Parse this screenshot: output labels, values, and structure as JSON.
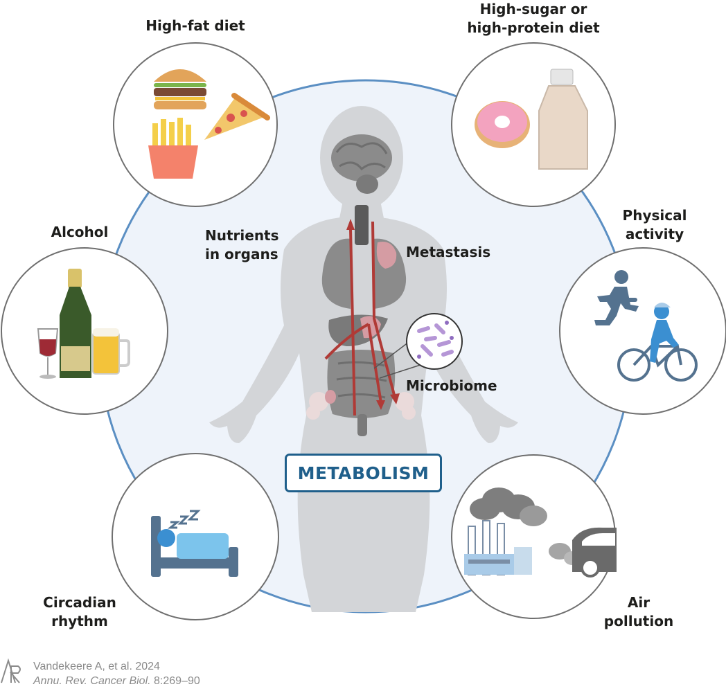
{
  "center_label": "METABOLISM",
  "factors": {
    "high_fat": [
      "High-fat diet"
    ],
    "high_sugar": [
      "High-sugar or",
      "high-protein diet"
    ],
    "alcohol": [
      "Alcohol"
    ],
    "physical": [
      "Physical",
      "activity"
    ],
    "circadian": [
      "Circadian",
      "rhythm"
    ],
    "air": [
      "Air",
      "pollution"
    ]
  },
  "body_labels": {
    "nutrients": [
      "Nutrients",
      "in organs"
    ],
    "metastasis": "Metastasis",
    "microbiome": "Microbiome"
  },
  "credit": {
    "line1": "Vandekeere A, et al. 2024",
    "line2_journal": "Annu. Rev. Cancer Biol.",
    "line2_rest": " 8:269–90"
  },
  "colors": {
    "big_circle_fill": "#eef3fa",
    "big_circle_stroke": "#5b8fc3",
    "silhouette": "#d3d5d8",
    "arrow": "#b03a36",
    "metabolism_text": "#1f5f8b",
    "icon_blue": "#3b8fd1",
    "icon_slate": "#54728f"
  },
  "icons": [
    "burger-icon",
    "pizza-icon",
    "fries-icon",
    "donut-icon",
    "bottle-icon",
    "wine-glass-icon",
    "champagne-bottle-icon",
    "beer-mug-icon",
    "runner-icon",
    "cyclist-icon",
    "bed-icon",
    "factory-icon",
    "car-icon"
  ]
}
